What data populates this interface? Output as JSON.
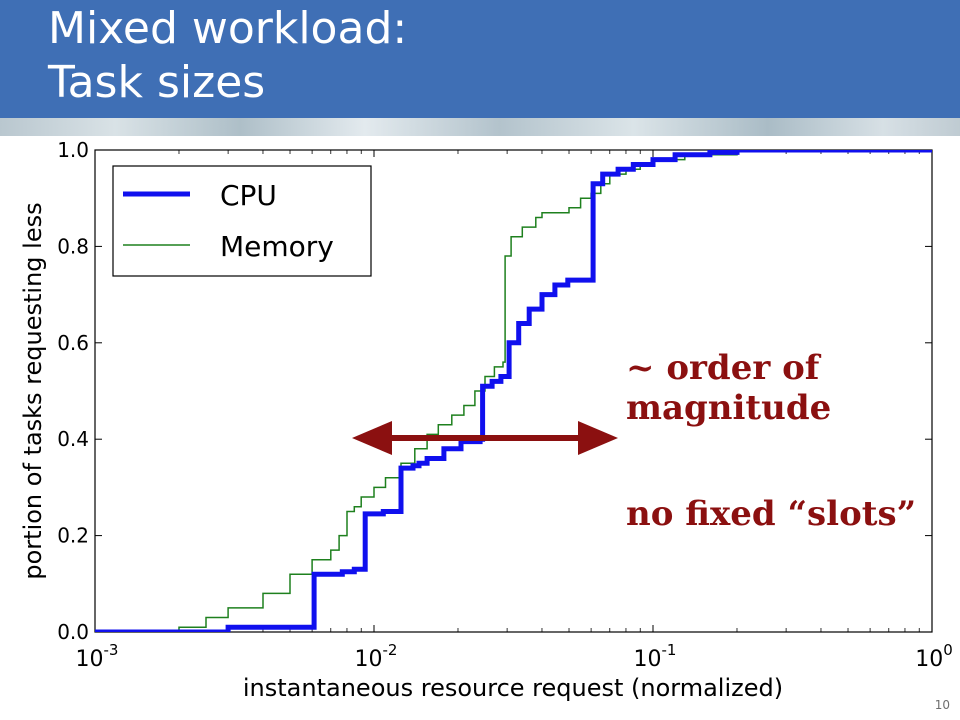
{
  "slide": {
    "title": "Mixed workload:\nTask sizes",
    "page_number": "10",
    "annotation_1": "~ order of magnitude",
    "annotation_2": "no fixed “slots”",
    "annotation_color": "#8b1010",
    "header_color": "#3f6fb5"
  },
  "chart_data": {
    "type": "line",
    "title": "",
    "xlabel": "instantaneous resource request (normalized)",
    "ylabel": "portion of tasks requesting less",
    "xscale": "log",
    "xlim": [
      0.001,
      1
    ],
    "ylim": [
      0.0,
      1.0
    ],
    "x_ticks": [
      {
        "base": "10",
        "exp": "-3",
        "value": 0.001
      },
      {
        "base": "10",
        "exp": "-2",
        "value": 0.01
      },
      {
        "base": "10",
        "exp": "-1",
        "value": 0.1
      },
      {
        "base": "10",
        "exp": "0",
        "value": 1
      }
    ],
    "y_ticks": [
      "0.0",
      "0.2",
      "0.4",
      "0.6",
      "0.8",
      "1.0"
    ],
    "legend_position": "top-left",
    "grid": false,
    "series": [
      {
        "name": "CPU",
        "color": "#1010ee",
        "x": [
          0.001,
          0.003,
          0.003,
          0.0061,
          0.0061,
          0.0077,
          0.0085,
          0.0093,
          0.0093,
          0.0108,
          0.0108,
          0.0125,
          0.0125,
          0.0138,
          0.0145,
          0.0155,
          0.0178,
          0.0178,
          0.0205,
          0.0205,
          0.024,
          0.0245,
          0.0245,
          0.0265,
          0.0285,
          0.0305,
          0.0305,
          0.033,
          0.033,
          0.036,
          0.036,
          0.04,
          0.04,
          0.0445,
          0.0445,
          0.0495,
          0.0495,
          0.061,
          0.061,
          0.066,
          0.075,
          0.085,
          0.1,
          0.12,
          0.16,
          0.2,
          0.3,
          0.5,
          1.0
        ],
        "y": [
          0.0,
          0.0,
          0.01,
          0.01,
          0.12,
          0.125,
          0.13,
          0.13,
          0.245,
          0.245,
          0.25,
          0.25,
          0.34,
          0.345,
          0.35,
          0.36,
          0.36,
          0.38,
          0.385,
          0.395,
          0.4,
          0.4,
          0.51,
          0.52,
          0.53,
          0.53,
          0.6,
          0.61,
          0.64,
          0.64,
          0.67,
          0.675,
          0.7,
          0.71,
          0.72,
          0.72,
          0.73,
          0.73,
          0.93,
          0.95,
          0.96,
          0.97,
          0.98,
          0.99,
          0.995,
          1.0,
          1.0,
          1.0,
          1.0
        ]
      },
      {
        "name": "Memory",
        "color": "#1e801e",
        "x": [
          0.001,
          0.0017,
          0.002,
          0.0025,
          0.003,
          0.004,
          0.005,
          0.006,
          0.007,
          0.0075,
          0.008,
          0.0085,
          0.009,
          0.01,
          0.011,
          0.0125,
          0.014,
          0.0155,
          0.017,
          0.019,
          0.021,
          0.023,
          0.025,
          0.027,
          0.029,
          0.0295,
          0.031,
          0.031,
          0.034,
          0.038,
          0.04,
          0.044,
          0.05,
          0.055,
          0.06,
          0.065,
          0.07,
          0.08,
          0.09,
          0.1,
          0.13,
          0.2,
          0.5,
          1.0
        ],
        "y": [
          0.0,
          0.0,
          0.01,
          0.03,
          0.05,
          0.08,
          0.12,
          0.15,
          0.17,
          0.2,
          0.25,
          0.26,
          0.28,
          0.3,
          0.32,
          0.35,
          0.38,
          0.41,
          0.43,
          0.45,
          0.47,
          0.5,
          0.53,
          0.55,
          0.56,
          0.78,
          0.78,
          0.82,
          0.84,
          0.86,
          0.87,
          0.87,
          0.88,
          0.9,
          0.91,
          0.93,
          0.95,
          0.96,
          0.97,
          0.98,
          0.99,
          1.0,
          1.0,
          1.0
        ]
      }
    ]
  }
}
